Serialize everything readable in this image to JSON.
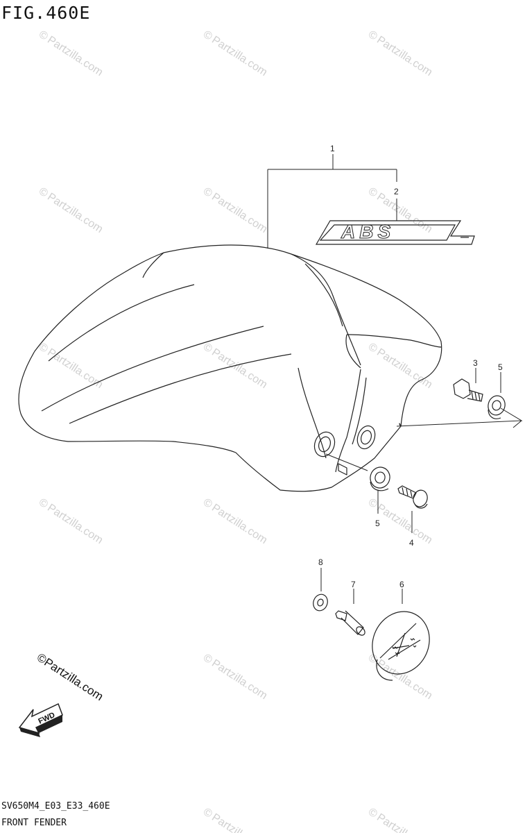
{
  "figure": {
    "title": "FIG.460E",
    "code": "SV650M4_E03_E33_460E",
    "name": "FRONT FENDER"
  },
  "watermark": {
    "text": "Partzilla.com",
    "symbol": "©"
  },
  "logo": {
    "text": "©Partzilla.com"
  },
  "fwd_label": "FWD",
  "decal_text": "ABS",
  "callouts": [
    {
      "id": "callout-1",
      "label": "1"
    },
    {
      "id": "callout-2",
      "label": "2"
    },
    {
      "id": "callout-3",
      "label": "3"
    },
    {
      "id": "callout-4",
      "label": "4"
    },
    {
      "id": "callout-5a",
      "label": "5"
    },
    {
      "id": "callout-5b",
      "label": "5"
    },
    {
      "id": "callout-6",
      "label": "6"
    },
    {
      "id": "callout-7",
      "label": "7"
    },
    {
      "id": "callout-8",
      "label": "8"
    }
  ]
}
